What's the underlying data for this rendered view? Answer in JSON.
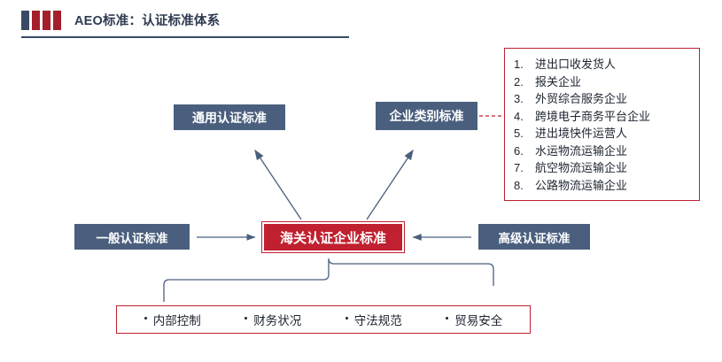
{
  "header": {
    "title": "AEO标准：认证标准体系",
    "bar_color": "#a41f2b",
    "bar_color_first": "#3a4a63",
    "rule_color": "#3a4a63"
  },
  "nodes": {
    "general_standard": "通用认证标准",
    "enterprise_category": "企业类别标准",
    "basic_standard": "一般认证标准",
    "advanced_standard": "高级认证标准",
    "core": "海关认证企业标准"
  },
  "colors": {
    "node_blue": "#4a5f7e",
    "node_red": "#c0202f",
    "panel_border": "#c0202f",
    "arrow": "#4a5f7e",
    "dashed": "#c0202f"
  },
  "category_list": [
    {
      "num": "1.",
      "text": "进出口收发货人"
    },
    {
      "num": "2.",
      "text": "报关企业"
    },
    {
      "num": "3.",
      "text": "外贸综合服务企业"
    },
    {
      "num": "4.",
      "text": "跨境电子商务平台企业"
    },
    {
      "num": "5.",
      "text": "进出境快件运营人"
    },
    {
      "num": "6.",
      "text": "水运物流运输企业"
    },
    {
      "num": "7.",
      "text": "航空物流运输企业"
    },
    {
      "num": "8.",
      "text": "公路物流运输企业"
    }
  ],
  "bottom_items": [
    "内部控制",
    "财务状况",
    "守法规范",
    "贸易安全"
  ]
}
